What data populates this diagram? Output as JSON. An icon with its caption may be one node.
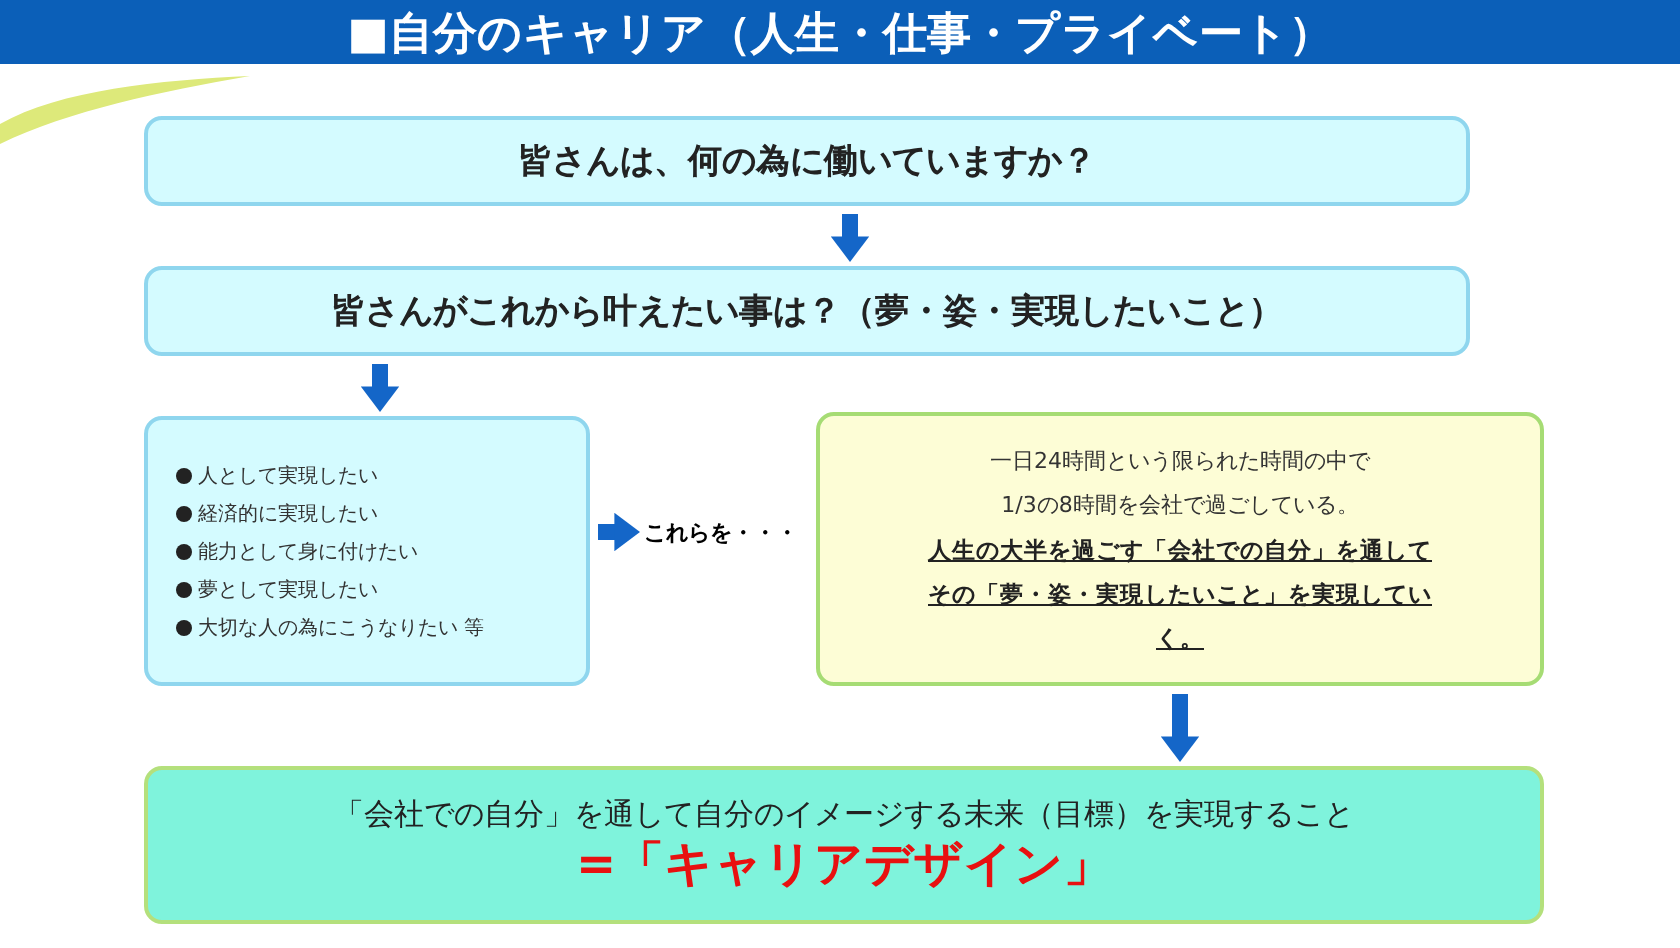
{
  "diagram": {
    "title": "■自分のキャリア（人生・仕事・プライベート）",
    "nodes": [
      {
        "text": [
          "皆さんは、何の為に働いていますか？"
        ]
      },
      {
        "text": [
          "皆さんがこれから叶えたい事は？（夢・姿・実現したいこと）"
        ]
      },
      {
        "text": [
          "人として実現したい",
          "経済的に実現したい",
          "能力として身に付けたい",
          "夢として実現したい",
          "大切な人の為にこうなりたい 等"
        ]
      },
      {
        "text": [
          "これらを・・・"
        ]
      },
      {
        "text": [
          "一日24時間という限られた時間の中で1/3の8時間を会社で過ごしている。",
          "人生の大半を過ごす「会社での自分」を通してその「夢・姿・実現したいこと」を実現していく。"
        ]
      },
      {
        "text": [
          "「会社での自分」を通して自分のイメージする未来（目標）を実現すること",
          "=「キャリアデザイン」"
        ]
      }
    ],
    "edges": [
      {
        "from": 0,
        "to": 1,
        "arrow": "to"
      },
      {
        "from": 1,
        "to": 2,
        "arrow": "to"
      },
      {
        "from": 2,
        "to": 3,
        "arrow": "to"
      },
      {
        "from": 4,
        "to": 5,
        "arrow": "to"
      }
    ]
  }
}
